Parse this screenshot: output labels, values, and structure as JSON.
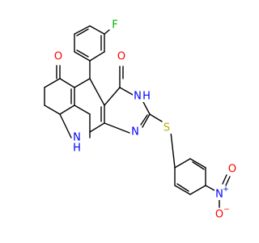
{
  "colors": {
    "bond": "#000000",
    "O": "#ff0000",
    "N": "#0000ff",
    "S": "#b2b200",
    "F": "#00b400",
    "background": "#ffffff"
  },
  "atoms": [
    {
      "id": "F",
      "text": "F"
    },
    {
      "id": "O1",
      "text": "O"
    },
    {
      "id": "O2",
      "text": "O"
    },
    {
      "id": "NH1",
      "text": "N"
    },
    {
      "id": "H1",
      "text": "H"
    },
    {
      "id": "N1",
      "text": "N"
    },
    {
      "id": "NH2",
      "text": "N"
    },
    {
      "id": "H2",
      "text": "H"
    },
    {
      "id": "S",
      "text": "S"
    },
    {
      "id": "N2",
      "text": "N"
    },
    {
      "id": "O3",
      "text": "O"
    },
    {
      "id": "O4",
      "text": "O"
    }
  ],
  "charges": [
    {
      "id": "N2",
      "text": "+"
    },
    {
      "id": "O4",
      "text": "−"
    }
  ]
}
